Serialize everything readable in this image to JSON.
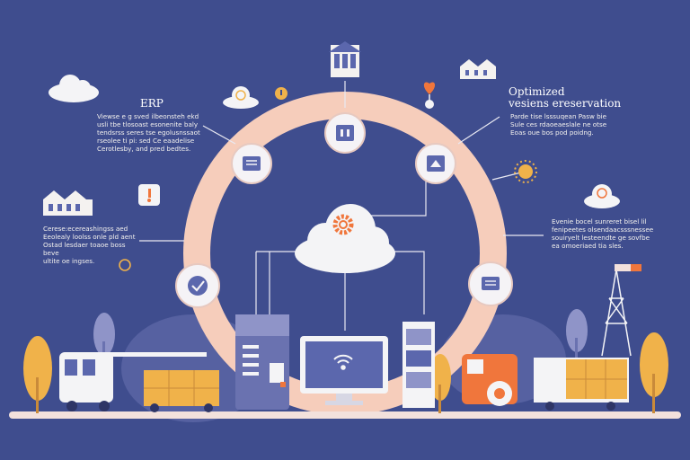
{
  "left_panel": {
    "title": "ERP",
    "lines": [
      "Viewse e g sved ilbeonsteh ekd",
      "usli tbe tlosoast esonenite baly",
      "tendsrss seres tse egolusnssaot",
      "rseolee ti pi: sed Ce eaadelise",
      "Cerotlesby, and pred bedtes."
    ]
  },
  "left_lower_text": {
    "lines": [
      "Cerese:ecereashingss aed",
      "Eeolealy loolss onle pld aent",
      "Ostad lesdaer toaoe boss beve",
      "ultite oe ingses."
    ]
  },
  "right_panel": {
    "title_line1": "Optimized",
    "title_line2": "vesiens ereservation",
    "lines": [
      "Parde tise lsssuqean Pasw bie",
      "Sule ces rdaoeaeslale ne otse",
      "Eoas oue bos pod poidng."
    ]
  },
  "right_lower_text": {
    "lines": [
      "Evenie bocel sunreret bisel lil",
      "fenipeetes olsendaacsssnessee",
      "souiryelt lesteendte ge sovfbe",
      "ea omoeriaed tia sles."
    ]
  },
  "colors": {
    "background": "#3f4d8e",
    "ring": "#f6cdbb",
    "node": "#f5f3f6",
    "node_icon": "#5b67ad",
    "accent_orange": "#f0763c",
    "accent_yellow": "#f0b24a",
    "cloud": "#f4f4f6",
    "ground": "#f3e1dc"
  },
  "icons": [
    "building-icon",
    "house-icon",
    "factory-icon",
    "cloud-icon",
    "gear-icon",
    "wifi-icon",
    "checkmark-icon",
    "document-icon",
    "chart-icon",
    "heart-icon",
    "sun-icon",
    "lightbulb-icon",
    "truck-icon",
    "bus-icon",
    "server-icon",
    "monitor-icon",
    "tower-icon",
    "tree-icon"
  ]
}
